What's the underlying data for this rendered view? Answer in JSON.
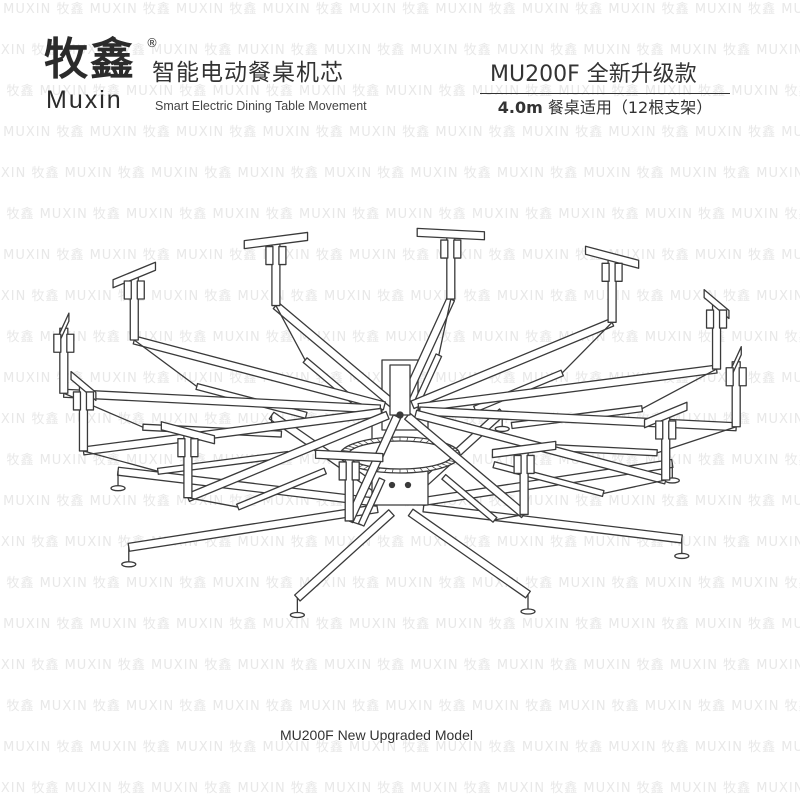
{
  "brand": {
    "logo_cn": "牧鑫",
    "logo_en": "Muxin",
    "registered_mark": "®"
  },
  "headline": {
    "title_cn": "智能电动餐桌机芯",
    "title_en": "Smart Electric Dining Table Movement"
  },
  "model": {
    "title": "MU200F 全新升级款",
    "size": "4.0m",
    "spec": "餐桌适用（12根支架）"
  },
  "caption": "MU200F New Upgraded Model",
  "watermark": {
    "text": "牧鑫 MUXIN"
  },
  "colors": {
    "text": "#333333",
    "line": "#3a3a3a",
    "watermark": "#e8e8e8"
  }
}
